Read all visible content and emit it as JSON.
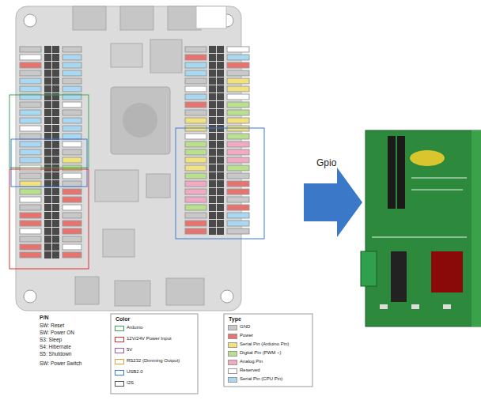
{
  "diagram": {
    "labels": [
      "Gpio",
      "P/N",
      "SW: Reset",
      "SW: Power ON",
      "S3: Sleep",
      "S4: Hibernate",
      "S5: Shutdown",
      "SW: Power Switch",
      "Color",
      "Type"
    ],
    "legend": [
      {
        "text": "Arduino"
      },
      {
        "text": "12V/24V Power Input"
      },
      {
        "text": "5V"
      },
      {
        "text": "RS232 (Dimming Output)"
      },
      {
        "text": "USB2.0"
      },
      {
        "text": "I2S"
      },
      {
        "text": "GND",
        "color": "#c8c8c8"
      },
      {
        "text": "Power",
        "color": "#e8736e"
      },
      {
        "text": "Serial Pin (Arduino Pin)",
        "color": "#f2e27e"
      },
      {
        "text": "Digital Pin (PWM ~)",
        "color": "#b9e08c"
      },
      {
        "text": "Analog Pin",
        "color": "#f3a9c3"
      },
      {
        "text": "Reserved",
        "color": "#ffffff"
      },
      {
        "text": "Serial Pin (CPU Pin)",
        "color": "#a9d8f2"
      }
    ]
  }
}
